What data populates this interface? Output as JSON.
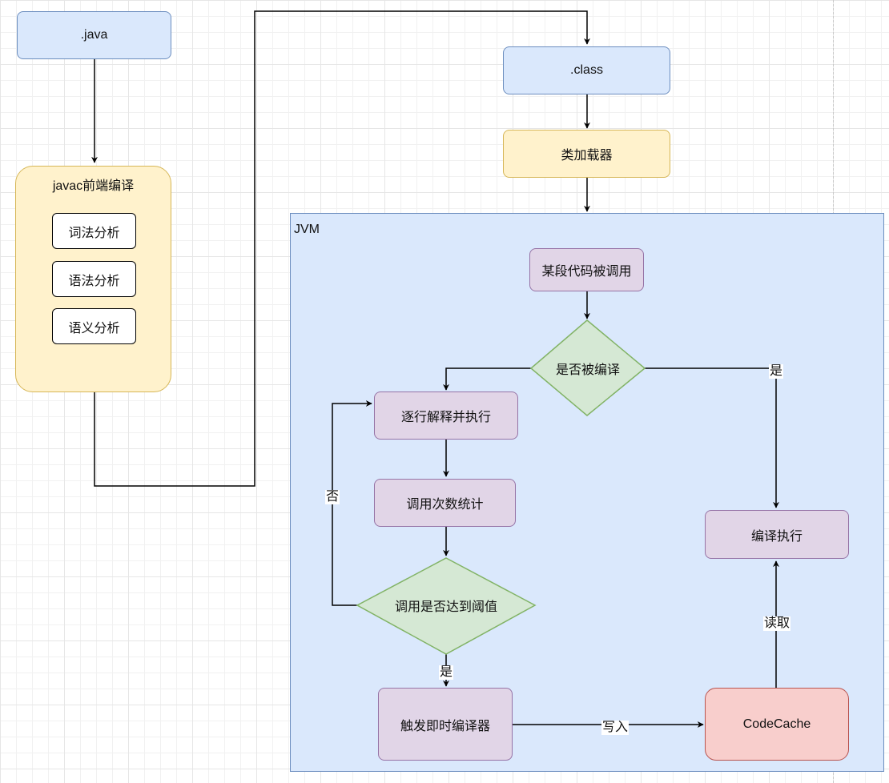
{
  "nodes": {
    "java": ".java",
    "javac": "javac前端编译",
    "lexical": "词法分析",
    "syntax": "语法分析",
    "semantic": "语义分析",
    "class": ".class",
    "classloader": "类加载器",
    "jvm": "JVM",
    "invoked": "某段代码被调用",
    "compiled_q": "是否被编译",
    "interpret": "逐行解释并执行",
    "count": "调用次数统计",
    "threshold_q": "调用是否达到阈值",
    "jit": "触发即时编译器",
    "codecache": "CodeCache",
    "compiled_exec": "编译执行"
  },
  "edge_labels": {
    "yes_compiled": "是",
    "no_loop": "否",
    "yes_threshold": "是",
    "write": "写入",
    "read": "读取"
  },
  "colors": {
    "blue_fill": "#dae8fc",
    "blue_stroke": "#6c8ebf",
    "yellow_fill": "#fff2cc",
    "yellow_stroke": "#d6b656",
    "purple_fill": "#e1d5e7",
    "purple_stroke": "#9673a6",
    "green_fill": "#d5e8d4",
    "green_stroke": "#82b366",
    "red_fill": "#f8cecc",
    "red_stroke": "#b85450"
  }
}
